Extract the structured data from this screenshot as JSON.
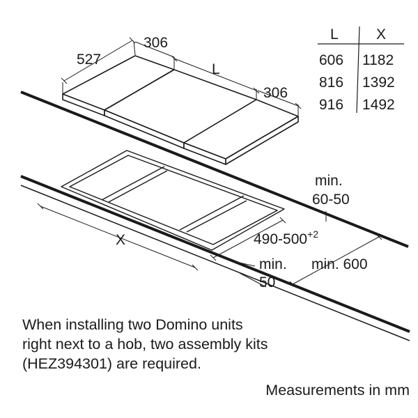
{
  "top_view": {
    "depth": "527",
    "domino_width_left": "306",
    "hob_length_symbol": "L",
    "domino_width_right": "306"
  },
  "cutout_view": {
    "cutout_length_symbol": "X",
    "min_thickness": "min.",
    "min_thickness_value": "60-50",
    "cutout_depth": "490-500",
    "cutout_depth_tolerance": "+2",
    "min_front_gap": "min.",
    "min_front_gap_value": "50",
    "min_wall_gap": "min. 600"
  },
  "table": {
    "headers": [
      "L",
      "X"
    ],
    "rows": [
      [
        "606",
        "1182"
      ],
      [
        "816",
        "1392"
      ],
      [
        "916",
        "1492"
      ]
    ]
  },
  "note": {
    "line1": "When installing two Domino units",
    "line2": "right next to a hob, two assembly kits",
    "line3": "(HEZ394301) are required."
  },
  "units_label": "Measurements in mm"
}
